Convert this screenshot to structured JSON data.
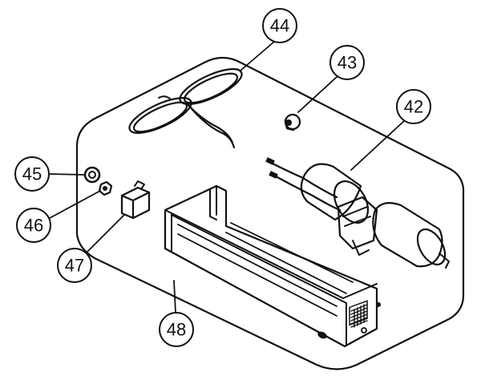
{
  "callouts": {
    "c42": "42",
    "c43": "43",
    "c44": "44",
    "c45": "45",
    "c46": "46",
    "c47": "47",
    "c48": "48"
  },
  "colors": {
    "stroke": "#111111",
    "background": "#ffffff"
  }
}
